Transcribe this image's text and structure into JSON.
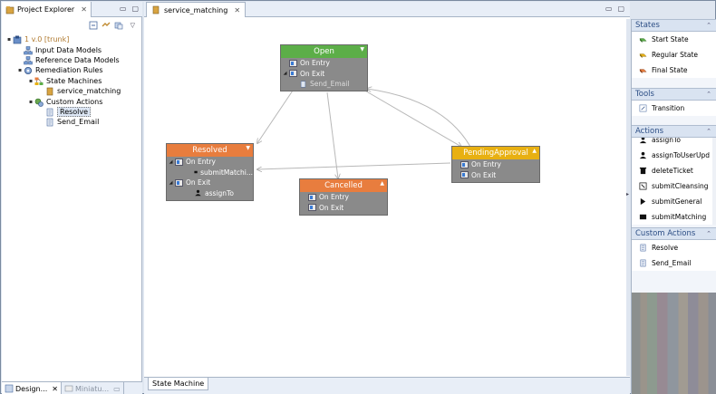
{
  "explorer": {
    "tab_label": "Project Explorer",
    "tree": [
      {
        "label": "1 v.0 [trunk]",
        "indent": 0,
        "twist": "▪",
        "icon": "project-icon",
        "color": "#b07a30"
      },
      {
        "label": "Input Data Models",
        "indent": 1,
        "twist": "",
        "icon": "data-model-icon"
      },
      {
        "label": "Reference Data Models",
        "indent": 1,
        "twist": "",
        "icon": "data-model-icon"
      },
      {
        "label": "Remediation Rules",
        "indent": 1,
        "twist": "▪",
        "icon": "gear-icon"
      },
      {
        "label": "State Machines",
        "indent": 2,
        "twist": "▪",
        "icon": "state-machine-icon"
      },
      {
        "label": "service_matching",
        "indent": 3,
        "twist": "",
        "icon": "file-icon"
      },
      {
        "label": "Custom Actions",
        "indent": 2,
        "twist": "▪",
        "icon": "custom-actions-icon"
      },
      {
        "label": "Resolve",
        "indent": 3,
        "twist": "",
        "icon": "script-icon",
        "selected": true
      },
      {
        "label": "Send_Email",
        "indent": 3,
        "twist": "",
        "icon": "script-icon"
      }
    ],
    "bottom_tabs": {
      "design": "Design...",
      "miniature": "Miniatu..."
    }
  },
  "editor": {
    "tab_label": "service_matching",
    "bottom_tab": "State Machine"
  },
  "states": {
    "open": {
      "title": "Open",
      "color": "#5cae48",
      "on_entry": "On Entry",
      "on_exit": "On Exit",
      "exit_action": "Send_Email"
    },
    "resolved": {
      "title": "Resolved",
      "color": "#e87d3e",
      "on_entry": "On Entry",
      "entry_action": "submitMatchi...",
      "on_exit": "On Exit",
      "exit_action": "assignTo"
    },
    "pending": {
      "title": "PendingApproval",
      "color": "#e8b012",
      "on_entry": "On Entry",
      "on_exit": "On Exit"
    },
    "cancelled": {
      "title": "Cancelled",
      "color": "#e87d3e",
      "on_entry": "On Entry",
      "on_exit": "On Exit"
    }
  },
  "palette": {
    "states": {
      "header": "States",
      "items": [
        "Start State",
        "Regular State",
        "Final State"
      ]
    },
    "tools": {
      "header": "Tools",
      "items": [
        "Transition"
      ]
    },
    "actions": {
      "header": "Actions",
      "items": [
        "assignTo",
        "assignToUserUpd",
        "deleteTicket",
        "submitCleansing",
        "submitGeneral",
        "submitMatching"
      ]
    },
    "custom_actions": {
      "header": "Custom Actions",
      "items": [
        "Resolve",
        "Send_Email"
      ]
    }
  }
}
